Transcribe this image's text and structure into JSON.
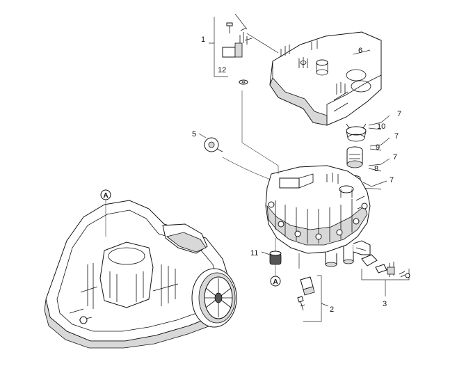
{
  "callouts": {
    "c1": "1",
    "c2": "2",
    "c3": "3",
    "c5": "5",
    "c6": "6",
    "c7a": "7",
    "c7b": "7",
    "c7c": "7",
    "c7d": "7",
    "c8": "8",
    "c9": "9",
    "c10": "10",
    "c11": "11",
    "c12": "12"
  },
  "markers": {
    "a_top": "A",
    "a_bottom": "A"
  }
}
